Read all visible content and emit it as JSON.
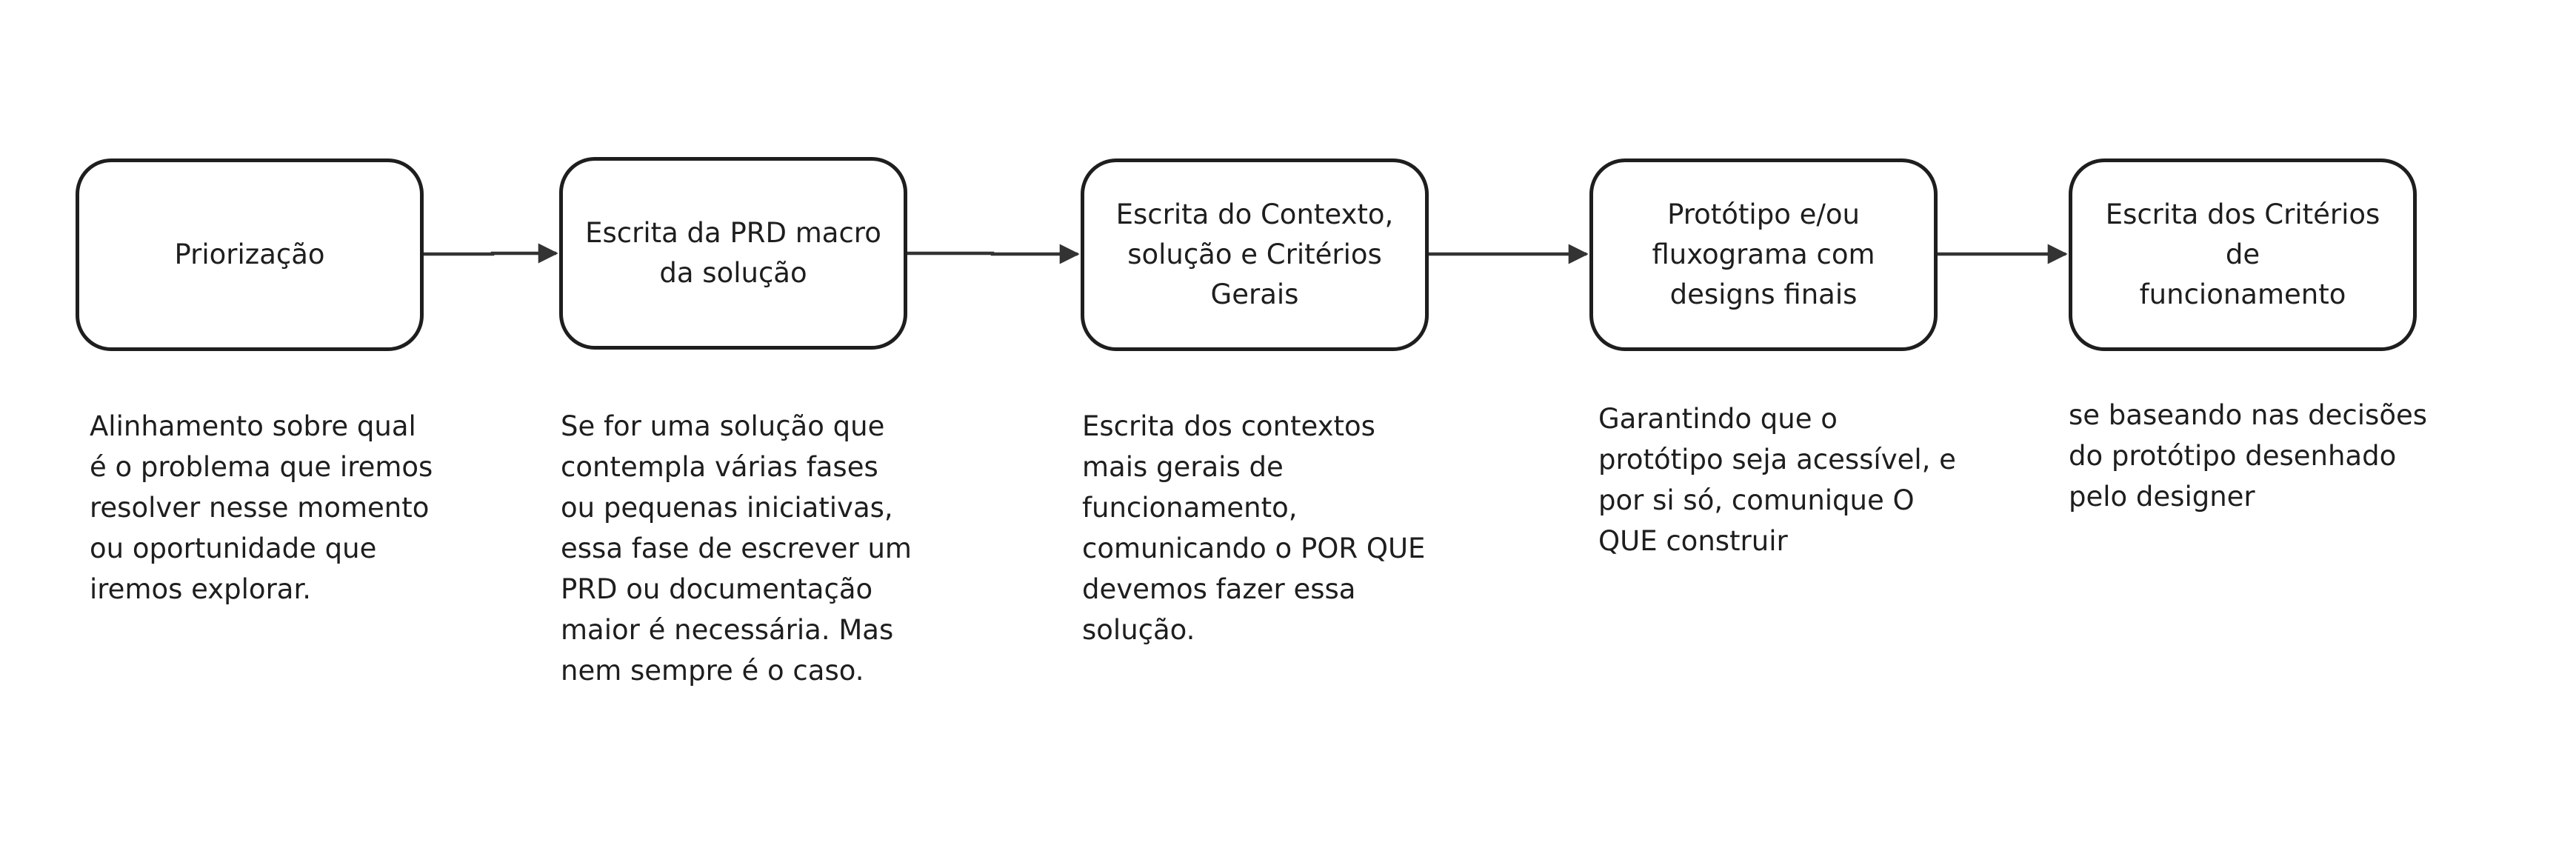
{
  "flow": {
    "steps": [
      {
        "title": "Priorização",
        "description": "Alinhamento sobre qual\né o problema que iremos\nresolver nesse momento\nou oportunidade que\niremos explorar."
      },
      {
        "title": "Escrita da PRD macro\nda solução",
        "description": "Se for uma solução que\ncontempla várias fases\nou pequenas iniciativas,\nessa fase de escrever um\nPRD ou documentação\nmaior é necessária. Mas\nnem sempre é o caso."
      },
      {
        "title": "Escrita do Contexto,\nsolução e Critérios\nGerais",
        "description": "Escrita dos contextos\nmais gerais de\nfuncionamento,\ncomunicando o POR QUE\ndevemos fazer essa\nsolução."
      },
      {
        "title": "Protótipo e/ou\nfluxograma com\ndesigns finais",
        "description": "Garantindo que o\nprotótipo seja acessível, e\npor si só, comunique O\nQUE construir"
      },
      {
        "title": "Escrita dos Critérios de\nfuncionamento",
        "description": "se baseando nas decisões\ndo protótipo desenhado\npelo designer"
      }
    ]
  },
  "colors": {
    "stroke": "#1e1e1e",
    "arrow": "#333333",
    "background": "#ffffff"
  }
}
